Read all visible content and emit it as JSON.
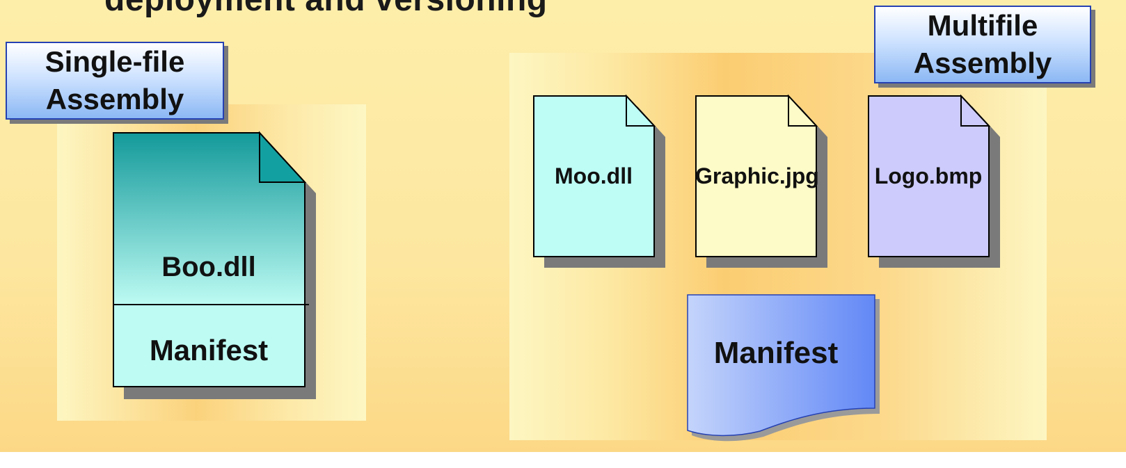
{
  "title": "deployment and versioning",
  "single_file": {
    "label": "Single-file Assembly",
    "label_lines": [
      "Single-file",
      "Assembly"
    ],
    "file_name": "Boo.dll",
    "manifest": "Manifest"
  },
  "multi_file": {
    "label": "Multifile Assembly",
    "label_lines": [
      "Multifile",
      "Assembly"
    ],
    "files": [
      {
        "name": "Moo.dll",
        "color": "#bdfdf6"
      },
      {
        "name": "Graphic.jpg",
        "color": "#fdfbc7"
      },
      {
        "name": "Logo.bmp",
        "color": "#cccbfb"
      }
    ],
    "manifest": "Manifest"
  },
  "colors": {
    "background": "#fde7a0",
    "label_border": "#2541b2",
    "shadow": "#7a7a7a",
    "boo_top": "#13999a",
    "boo_bottom": "#bdfbf3",
    "manifest_blue": "#6288f6"
  }
}
